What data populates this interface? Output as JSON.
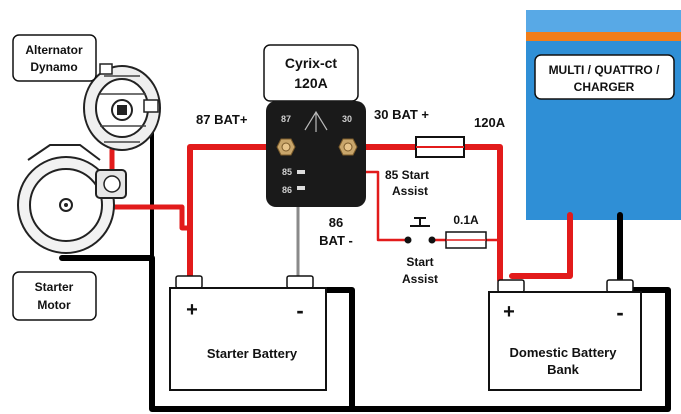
{
  "alternator": {
    "label_line1": "Alternator",
    "label_line2": "Dynamo"
  },
  "starter_motor": {
    "label_line1": "Starter",
    "label_line2": "Motor"
  },
  "cyrix": {
    "title_line1": "Cyrix-ct",
    "title_line2": "120A",
    "terminal_87": "87",
    "terminal_30": "30",
    "terminal_85": "85",
    "terminal_86": "86"
  },
  "labels": {
    "bat87": "87 BAT+",
    "bat30": "30 BAT +",
    "fuse_main": "120A",
    "start_assist_85_line1": "85 Start",
    "start_assist_85_line2": "Assist",
    "bat86_line1": "86",
    "bat86_line2": "BAT -",
    "fuse_small": "0.1A",
    "start_assist_line1": "Start",
    "start_assist_line2": "Assist"
  },
  "charger": {
    "label_line1": "MULTI / QUATTRO /",
    "label_line2": "CHARGER"
  },
  "starter_battery": {
    "label": "Starter Battery",
    "plus": "+",
    "minus": "-"
  },
  "domestic_battery": {
    "label_line1": "Domestic Battery",
    "label_line2": "Bank",
    "plus": "+",
    "minus": "-"
  },
  "colors": {
    "positive_wire": "#e21b1b",
    "negative_wire": "#000000",
    "signal_wire": "#8a8a8a",
    "charger_body": "#2f8fd6",
    "charger_stripe": "#f07d1a",
    "relay_body": "#1a1a1a"
  }
}
